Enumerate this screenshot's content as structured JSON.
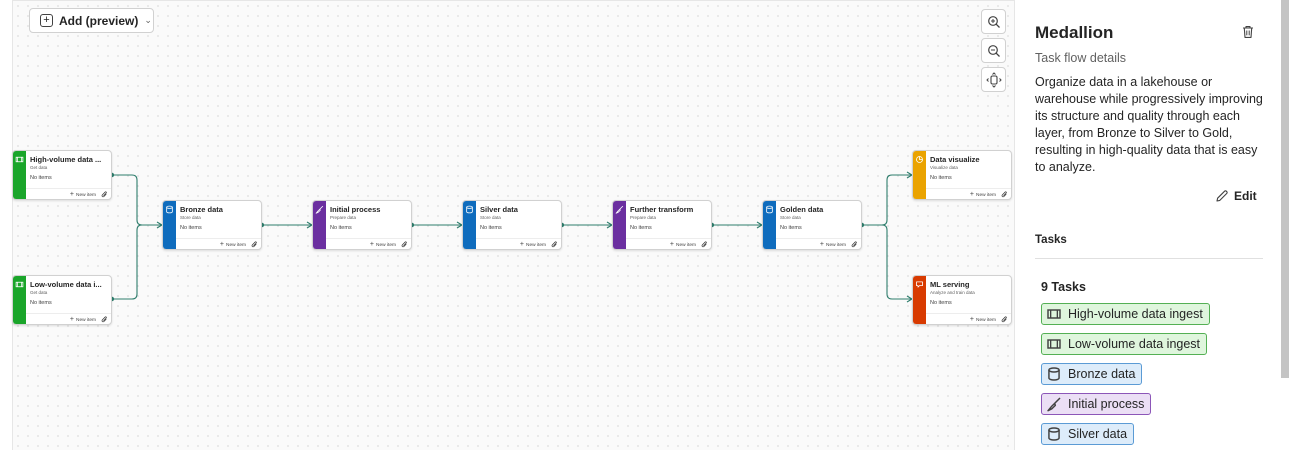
{
  "toolbar": {
    "add_label": "Add (preview)"
  },
  "zoom": {
    "zoom_in": "zoom-in",
    "zoom_out": "zoom-out",
    "fit": "fit-view"
  },
  "nodes": [
    {
      "title": "High-volume data ...",
      "subtitle": "Get data",
      "items": "No items",
      "new_item": "New item",
      "color": "#1aa52a",
      "icon": "ingest-icon"
    },
    {
      "title": "Low-volume data i...",
      "subtitle": "Get data",
      "items": "No items",
      "new_item": "New item",
      "color": "#1aa52a",
      "icon": "ingest-icon"
    },
    {
      "title": "Bronze data",
      "subtitle": "Store data",
      "items": "No items",
      "new_item": "New item",
      "color": "#0f6cbd",
      "icon": "database-icon"
    },
    {
      "title": "Initial process",
      "subtitle": "Prepare data",
      "items": "No items",
      "new_item": "New item",
      "color": "#6b2fa0",
      "icon": "brush-icon"
    },
    {
      "title": "Silver data",
      "subtitle": "Store data",
      "items": "No items",
      "new_item": "New item",
      "color": "#0f6cbd",
      "icon": "database-icon"
    },
    {
      "title": "Further transform",
      "subtitle": "Prepare data",
      "items": "No items",
      "new_item": "New item",
      "color": "#6b2fa0",
      "icon": "brush-icon"
    },
    {
      "title": "Golden data",
      "subtitle": "Store data",
      "items": "No items",
      "new_item": "New item",
      "color": "#0f6cbd",
      "icon": "database-icon"
    },
    {
      "title": "Data visualize",
      "subtitle": "Visualize data",
      "items": "No items",
      "new_item": "New item",
      "color": "#eaa300",
      "icon": "chart-icon"
    },
    {
      "title": "ML serving",
      "subtitle": "Analyze and train data",
      "items": "No items",
      "new_item": "New item",
      "color": "#d83b01",
      "icon": "ml-icon"
    }
  ],
  "panel": {
    "title": "Medallion",
    "subtitle": "Task flow details",
    "description": "Organize data in a lakehouse or warehouse while progressively improving its structure and quality through each layer, from Bronze to Silver to Gold, resulting in high-quality data that is easy to analyze.",
    "edit_label": "Edit",
    "tasks_heading": "Tasks",
    "task_count": "9 Tasks",
    "chips": [
      {
        "label": "High-volume data ingest",
        "bg": "#dff6dd",
        "border": "#54b054",
        "icon": "ingest-icon"
      },
      {
        "label": "Low-volume data ingest",
        "bg": "#dff6dd",
        "border": "#54b054",
        "icon": "ingest-icon"
      },
      {
        "label": "Bronze data",
        "bg": "#ddecfa",
        "border": "#5b9bd5",
        "icon": "database-icon"
      },
      {
        "label": "Initial process",
        "bg": "#ebdff5",
        "border": "#8c56b8",
        "icon": "brush-icon"
      },
      {
        "label": "Silver data",
        "bg": "#ddecfa",
        "border": "#5b9bd5",
        "icon": "database-icon"
      }
    ]
  }
}
